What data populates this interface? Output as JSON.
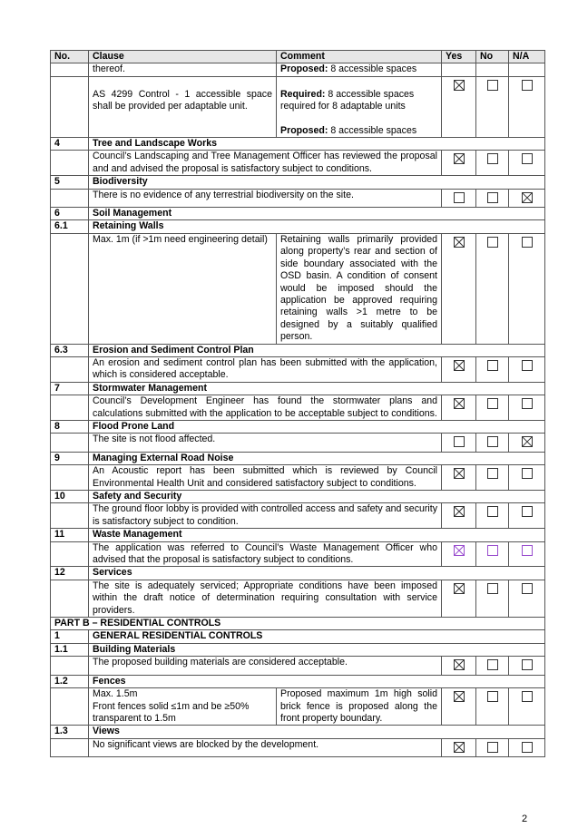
{
  "headers": {
    "no": "No.",
    "clause": "Clause",
    "comment": "Comment",
    "yes": "Yes",
    "no_col": "No",
    "na": "N/A"
  },
  "r0": {
    "clause": "thereof.",
    "comment_label": "Proposed:",
    "comment_text": " 8 accessible spaces"
  },
  "r1": {
    "clause": "AS 4299 Control - 1 accessible space shall be provided per adaptable unit.",
    "req_label": "Required:",
    "req_text": " 8 accessible spaces required for 8 adaptable units",
    "prop_label": "Proposed:",
    "prop_text": " 8 accessible spaces"
  },
  "s4": {
    "no": "4",
    "title": "Tree and Landscape Works",
    "text": "Council’s Landscaping and Tree Management Officer has reviewed the proposal and and advised the proposal is satisfactory subject to conditions."
  },
  "s5": {
    "no": "5",
    "title": "Biodiversity",
    "text": "There is no evidence of any terrestrial biodiversity on the site."
  },
  "s6": {
    "no": "6",
    "title": "Soil Management"
  },
  "s61": {
    "no": "6.1",
    "title": "Retaining Walls",
    "clause": "Max. 1m (if >1m need engineering detail)",
    "comment": "Retaining walls primarily provided along property’s rear and section of side boundary associated with the OSD basin. A condition of consent would be imposed should the application be approved requiring retaining walls >1 metre to be designed by a suitably qualified person."
  },
  "s63": {
    "no": "6.3",
    "title": "Erosion and Sediment Control Plan",
    "text": "An erosion and sediment control plan has been submitted with the application, which is considered acceptable."
  },
  "s7": {
    "no": "7",
    "title": "Stormwater Management",
    "text": "Council’s Development Engineer has found the stormwater plans and calculations submitted with the application to be acceptable subject to conditions."
  },
  "s8": {
    "no": "8",
    "title": "Flood Prone Land",
    "text": "The site is not flood affected."
  },
  "s9": {
    "no": "9",
    "title": "Managing External Road Noise",
    "text": "An Acoustic report has been submitted which is reviewed by Council Environmental Health Unit and considered satisfactory subject to conditions."
  },
  "s10": {
    "no": "10",
    "title": "Safety and Security",
    "text": "The ground floor lobby is provided with controlled access and safety and security is satisfactory subject to condition."
  },
  "s11": {
    "no": "11",
    "title": "Waste Management",
    "text": "The application was referred to Council’s Waste Management Officer who advised that the proposal is satisfactory subject to conditions."
  },
  "s12": {
    "no": "12",
    "title": "Services",
    "text": "The site is adequately serviced; Appropriate conditions have been imposed within the draft notice of determination requiring consultation with service providers."
  },
  "partb": {
    "title": "PART B – RESIDENTIAL CONTROLS"
  },
  "b1": {
    "no": "1",
    "title": "GENERAL RESIDENTIAL CONTROLS"
  },
  "b11": {
    "no": "1.1",
    "title": "Building Materials",
    "text": "The proposed building materials are considered acceptable."
  },
  "b12": {
    "no": "1.2",
    "title": "Fences",
    "clause_line1": "Max. 1.5m",
    "clause_line2": "Front fences solid ≤1m and be ≥50% transparent to 1.5m",
    "comment": "Proposed maximum 1m high solid brick fence is proposed along the front property boundary."
  },
  "b13": {
    "no": "1.3",
    "title": "Views",
    "text": "No significant views are blocked by the development."
  },
  "checks": {
    "r1": "yes",
    "s4": "yes",
    "s5": "na",
    "s61": "yes",
    "s63": "yes",
    "s7": "yes",
    "s8": "na",
    "s9": "yes",
    "s10": "yes",
    "s11": "yes",
    "s12": "yes",
    "b11": "yes",
    "b12": "yes",
    "b13": "yes"
  },
  "page_number": "2"
}
